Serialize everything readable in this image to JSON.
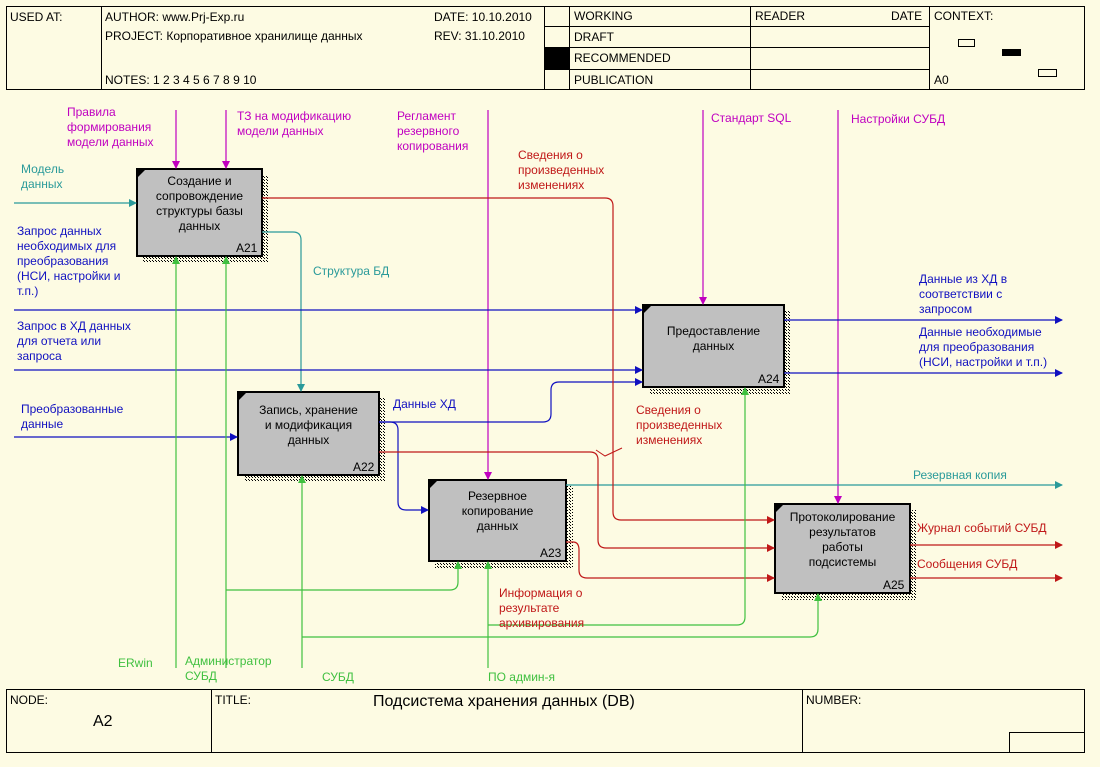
{
  "header": {
    "used_at": "USED AT:",
    "author": "AUTHOR:  www.Prj-Exp.ru",
    "project": "PROJECT:  Корпоративное хранилище данных",
    "notes": "NOTES:  1  2  3  4  5  6  7  8  9  10",
    "date": "DATE:  10.10.2010",
    "rev": "REV:    31.10.2010",
    "status": [
      "WORKING",
      "DRAFT",
      "RECOMMENDED",
      "PUBLICATION"
    ],
    "reader": "READER",
    "reader_date": "DATE",
    "context": "CONTEXT:",
    "context_node": "A0"
  },
  "footer": {
    "node_label": "NODE:",
    "node_value": "A2",
    "title_label": "TITLE:",
    "title_value": "Подсистема  хранения  данных (DB)",
    "number_label": "NUMBER:"
  },
  "colors": {
    "control": "#c000c0",
    "input_teal": "#2a9a9a",
    "blue": "#1010c0",
    "red": "#c01818",
    "green": "#40c040",
    "box": "#c0c0c0"
  },
  "blocks": [
    {
      "id": "A21",
      "lines": [
        "Создание и",
        "сопровождение",
        "структуры базы",
        "данных"
      ]
    },
    {
      "id": "A22",
      "lines": [
        "Запись, хранение",
        "и модификация",
        "данных"
      ]
    },
    {
      "id": "A23",
      "lines": [
        "Резервное",
        "копирование",
        "данных"
      ]
    },
    {
      "id": "A24",
      "lines": [
        "Предоставление",
        "данных"
      ]
    },
    {
      "id": "A25",
      "lines": [
        "Протоколирование",
        "результатов",
        "работы",
        "подсистемы"
      ]
    }
  ],
  "labels": {
    "rules": [
      "Правила",
      "формирования",
      "модели данных"
    ],
    "tz": [
      "ТЗ на модификацию",
      "модели данных"
    ],
    "reglament": [
      "Регламент",
      "резервного",
      "копирования"
    ],
    "std_sql": [
      "Стандарт SQL"
    ],
    "dbms_settings": [
      "Настройки СУБД"
    ],
    "model": [
      "Модель",
      "данных"
    ],
    "changes1": [
      "Сведения о",
      "произведенных",
      "изменениях"
    ],
    "request1": [
      "Запрос данных",
      "необходимых для",
      "преобразования",
      "(НСИ, настройки и",
      "т.п.)"
    ],
    "structure": [
      "Структура БД"
    ],
    "request2": [
      "Запрос в ХД данных",
      "для отчета или",
      "запроса"
    ],
    "converted": [
      "Преобразованные",
      "данные"
    ],
    "dwh_data": [
      "Данные ХД"
    ],
    "out1": [
      "Данные из ХД в",
      "соответствии с",
      "запросом"
    ],
    "out2": [
      "Данные необходимые",
      "для преобразования",
      "(НСИ, настройки и т.п.)"
    ],
    "changes2": [
      "Сведения о",
      "произведенных",
      "изменениях"
    ],
    "backup_copy": [
      "Резервная копия"
    ],
    "journal": [
      "Журнал событий СУБД"
    ],
    "messages": [
      "Сообщения СУБД"
    ],
    "archive_info": [
      "Информация о",
      "результате",
      "архивирования"
    ],
    "erwin": [
      "ERwin"
    ],
    "admin": [
      "Администратор",
      "СУБД"
    ],
    "dbms": [
      "СУБД"
    ],
    "admin_sw": [
      "ПО админ-я"
    ]
  }
}
